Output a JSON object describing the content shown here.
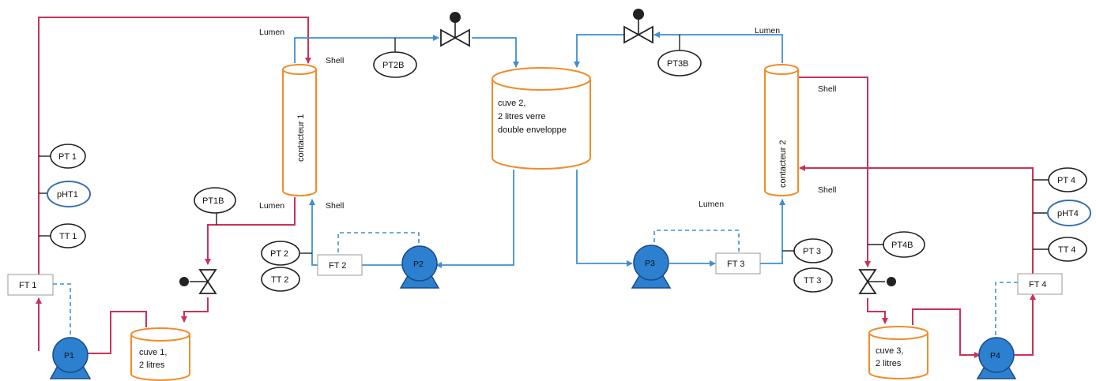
{
  "labels": {
    "lumen_top_left": "Lumen",
    "shell_top_left": "Shell",
    "lumen_bottom_left": "Lumen",
    "shell_bottom_left": "Shell",
    "lumen_top_right": "Lumen",
    "shell_top_right": "Shell",
    "shell_bottom_right": "Shell",
    "lumen_mid_right": "Lumen"
  },
  "contactors": {
    "c1": "contacteur 1",
    "c2": "contacteur 2"
  },
  "tanks": {
    "cuve1_line1": "cuve 1,",
    "cuve1_line2": "2 litres",
    "cuve2_line1": "cuve 2,",
    "cuve2_line2": "2 litres  verre",
    "cuve2_line3": "double enveloppe",
    "cuve3_line1": "cuve 3,",
    "cuve3_line2": "2 litres"
  },
  "instruments": {
    "pt1": "PT 1",
    "pht1": "pHT1",
    "tt1": "TT 1",
    "pt1b": "PT1B",
    "pt2": "PT 2",
    "tt2": "TT 2",
    "pt2b": "PT2B",
    "pt3b": "PT3B",
    "pt3": "PT 3",
    "tt3": "TT 3",
    "pt4b": "PT4B",
    "pt4": "PT 4",
    "pht4": "pHT4",
    "tt4": "TT 4"
  },
  "flow_transmitters": {
    "ft1": "FT 1",
    "ft2": "FT 2",
    "ft3": "FT 3",
    "ft4": "FT 4"
  },
  "pumps": {
    "p1": "P1",
    "p2": "P2",
    "p3": "P3",
    "p4": "P4"
  },
  "colors": {
    "circuit_red": "#c8325a",
    "circuit_blue": "#3f8fd0",
    "tank_orange": "#f08c2a",
    "pump_blue": "#2d7fd0"
  }
}
